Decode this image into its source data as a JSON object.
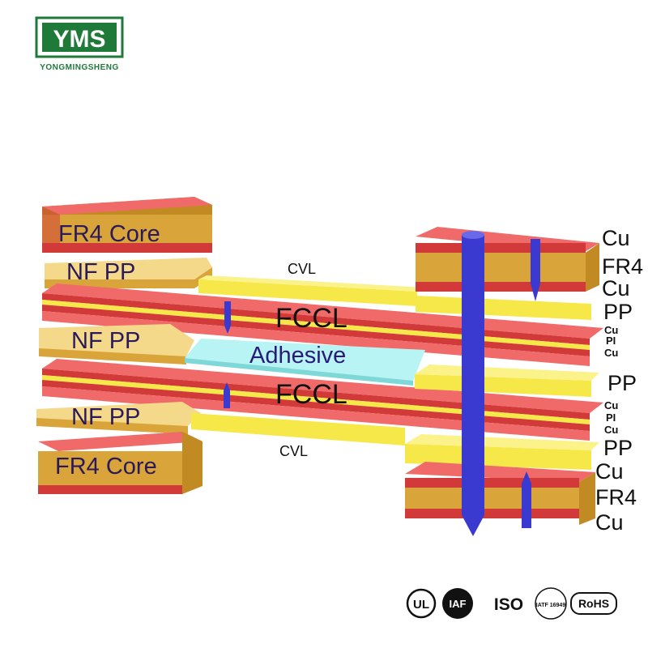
{
  "brand": {
    "logo_text": "YMS",
    "name": "YONGMINGSHENG",
    "color": "#1f7a3a"
  },
  "diagram": {
    "left_labels": {
      "fr4_core_top": "FR4 Core",
      "nf_pp_1": "NF PP",
      "nf_pp_2": "NF PP",
      "nf_pp_3": "NF PP",
      "fr4_core_bottom": "FR4 Core"
    },
    "center_labels": {
      "cvl_top": "CVL",
      "fccl_top": "FCCL",
      "adhesive": "Adhesive",
      "fccl_bottom": "FCCL",
      "cvl_bottom": "CVL"
    },
    "right_labels": {
      "cu_1": "Cu",
      "fr4_1": "FR4",
      "cu_2": "Cu",
      "pp_1": "PP",
      "cu_s1": "Cu",
      "pi_s1": "PI",
      "cu_s2": "Cu",
      "pp_2": "PP",
      "cu_s3": "Cu",
      "pi_s2": "PI",
      "cu_s4": "Cu",
      "pp_3": "PP",
      "cu_3": "Cu",
      "fr4_2": "FR4",
      "cu_4": "Cu"
    },
    "colors": {
      "copper_red": "#f06a6a",
      "copper_dark": "#d23a3a",
      "fr4_gold": "#d9a43a",
      "fr4_gold_dark": "#c28a22",
      "pp_yellow": "#f7e84a",
      "pp_yellow_dark": "#d9c820",
      "nf_pp": "#f5d98a",
      "adhesive": "#b8f4f4",
      "via_blue": "#3a3ad0",
      "label_dark": "#2a1a5a"
    }
  },
  "certifications": [
    "UL",
    "IAF",
    "ISO",
    "IATF 16949",
    "RoHS"
  ]
}
